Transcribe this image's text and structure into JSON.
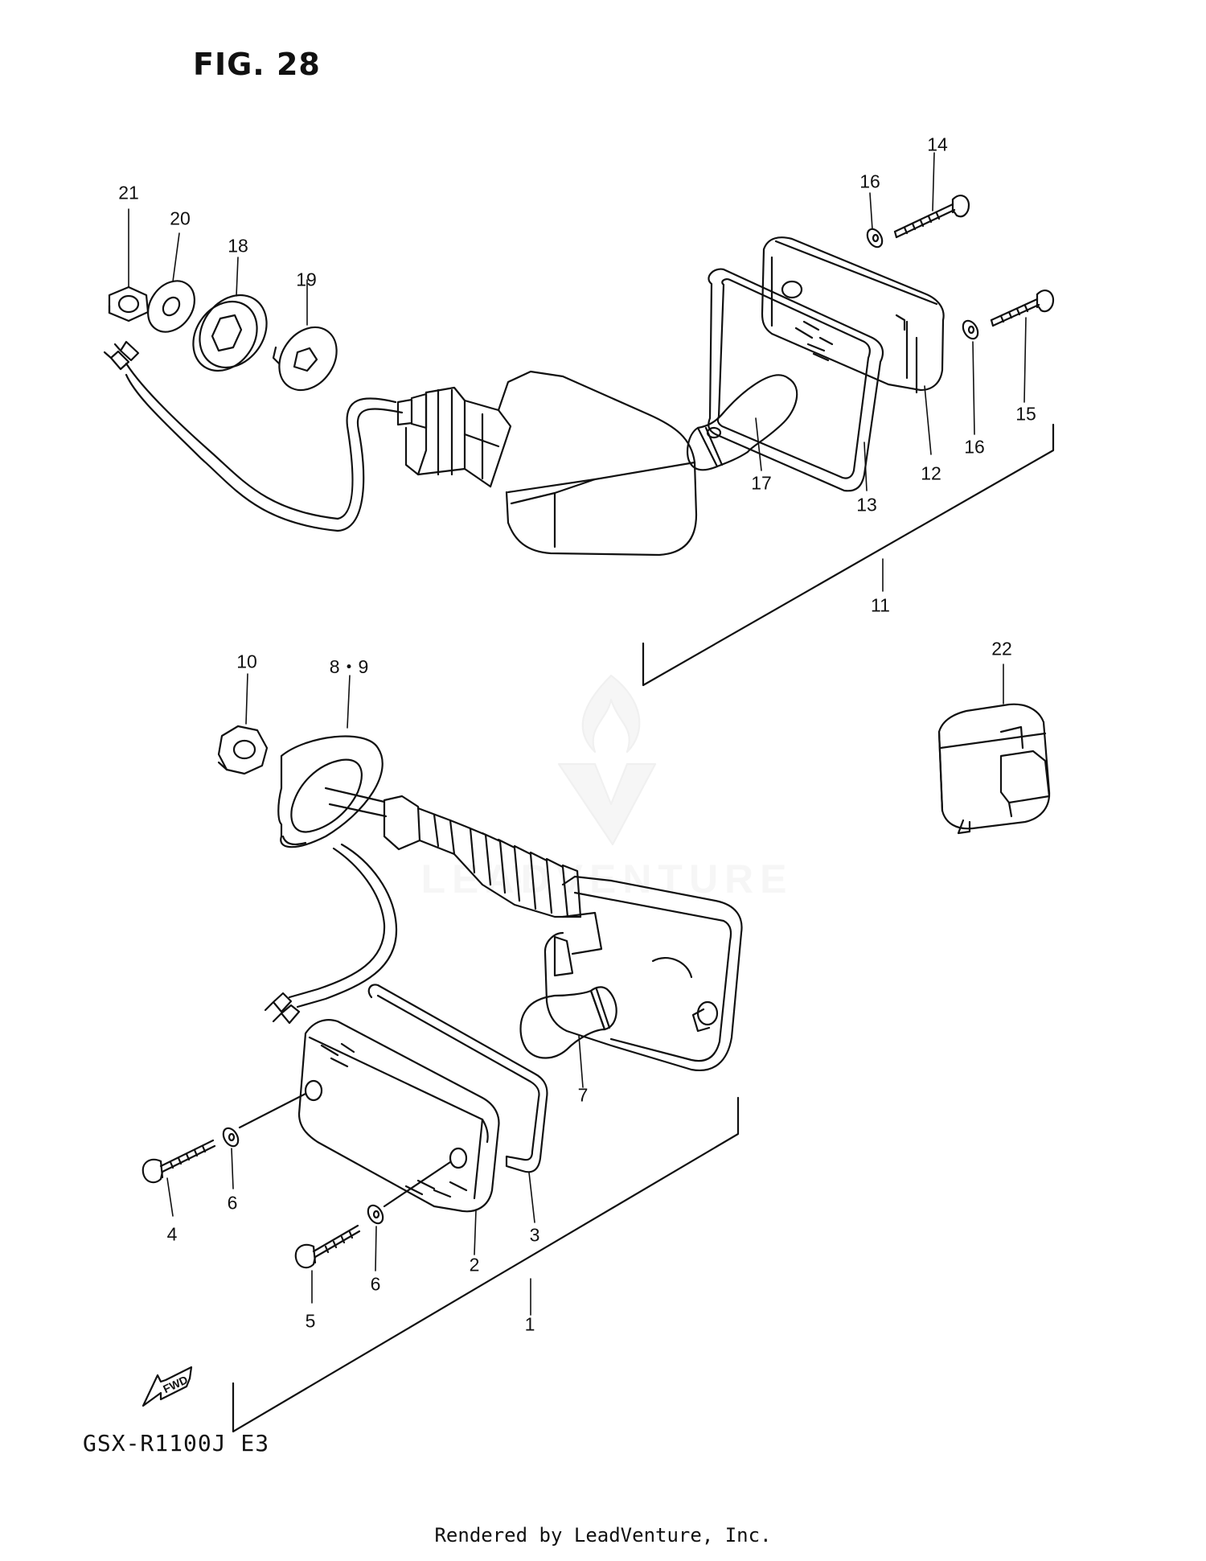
{
  "figure": {
    "title": "FIG. 28",
    "model": "GSX-R1100J E3",
    "credit": "Rendered by LeadVenture, Inc.",
    "forward_marker": "FWD",
    "watermark": "LEADVENTURE"
  },
  "callouts": [
    {
      "id": "c21",
      "label": "21"
    },
    {
      "id": "c20",
      "label": "20"
    },
    {
      "id": "c18",
      "label": "18"
    },
    {
      "id": "c19",
      "label": "19"
    },
    {
      "id": "c16a",
      "label": "16"
    },
    {
      "id": "c14",
      "label": "14"
    },
    {
      "id": "c15",
      "label": "15"
    },
    {
      "id": "c16b",
      "label": "16"
    },
    {
      "id": "c12",
      "label": "12"
    },
    {
      "id": "c17",
      "label": "17"
    },
    {
      "id": "c13",
      "label": "13"
    },
    {
      "id": "c11",
      "label": "11"
    },
    {
      "id": "c22",
      "label": "22"
    },
    {
      "id": "c10",
      "label": "10"
    },
    {
      "id": "c89",
      "label": "8・9"
    },
    {
      "id": "c7",
      "label": "7"
    },
    {
      "id": "c6a",
      "label": "6"
    },
    {
      "id": "c4",
      "label": "4"
    },
    {
      "id": "c3",
      "label": "3"
    },
    {
      "id": "c2",
      "label": "2"
    },
    {
      "id": "c6b",
      "label": "6"
    },
    {
      "id": "c5",
      "label": "5"
    },
    {
      "id": "c1",
      "label": "1"
    }
  ]
}
